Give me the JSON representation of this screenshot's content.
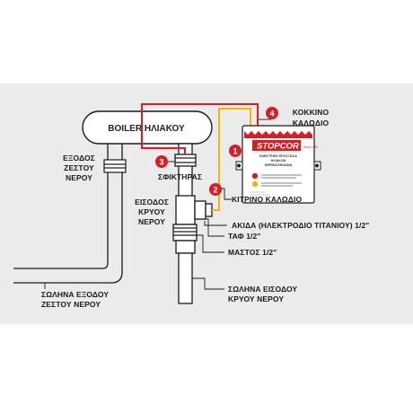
{
  "labels": {
    "boiler": "BOILER ΗΛΙΑΚΟΥ",
    "hot_out_1": "ΕΞΟΔΟΣ",
    "hot_out_2": "ΖΕΣΤΟΥ",
    "hot_out_3": "ΝΕΡΟΥ",
    "clamp": "ΣΦΙΚΤΗΡΑΣ",
    "cold_in_1": "ΕΙΣΟΔΟΣ",
    "cold_in_2": "ΚΡΥΟΥ",
    "cold_in_3": "ΝΕΡΟΥ",
    "red_wire_1": "ΚΟΚΚΙΝΟ",
    "red_wire_2": "ΚΑΛΩΔΙΟ",
    "yellow_wire": "ΚΙΤΡΙΝΟ ΚΑΛΩΔΙΟ",
    "electrode": "ΑΚΙΔΑ (ΗΛΕΚΤΡΟΔΙΟ ΤΙΤΑΝΙΟΥ) 1/2\"",
    "tee": "ΤΑΦ 1/2\"",
    "nipple": "ΜΑΣΤΟΣ 1/2\"",
    "hot_pipe_1": "ΣΩΛΗΝΑ ΕΞΟΔΟΥ",
    "hot_pipe_2": "ΖΕΣΤΟΥ ΝΕΡΟΥ",
    "cold_pipe_1": "ΣΩΛΗΝΑ ΕΙΣΟΔΟΥ",
    "cold_pipe_2": "ΚΡΥΟΥ ΝΕΡΟΥ"
  },
  "markers": [
    "1",
    "2",
    "3",
    "4"
  ],
  "device": {
    "brand": "STOPCOR",
    "brand_tag": "Since 1999",
    "line1": "ΗΛΕΚΤΡΙΚΗ ΠΡΟΣΤΑΣΙΑ",
    "line2": "ΗΛΙΑΚΩΝ",
    "line3": "ΘΕΡΜΟΣΙΦΩΝΩΝ"
  },
  "colors": {
    "background_panel": "#ebebeb",
    "marker_red": "#d32027",
    "red_wire": "#d32027",
    "yellow_wire": "#f2b705",
    "pipe_stroke": "#1a1a1a",
    "brand_red": "#d32027"
  }
}
